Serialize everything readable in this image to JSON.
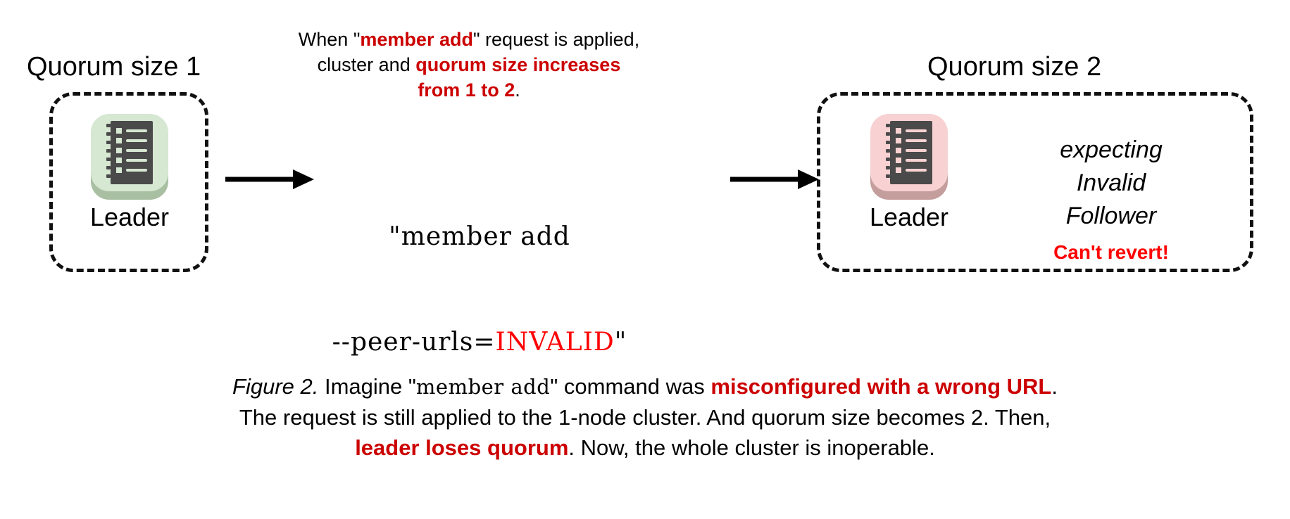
{
  "figure": {
    "left_cluster": {
      "title": "Quorum size 1",
      "node_label": "Leader",
      "node_icon": "server-list-icon",
      "node_color": "#d6e7d2"
    },
    "right_cluster": {
      "title": "Quorum size 2",
      "node_label": "Leader",
      "node_icon": "server-list-icon",
      "node_color": "#f8d2d2",
      "status_lines": [
        "expecting",
        "Invalid",
        "Follower"
      ],
      "warning": "Can't revert!"
    },
    "annotation": {
      "line1_prefix": "When \"",
      "line1_highlight": "member add",
      "line1_suffix": "\" request is applied,",
      "line2_prefix": "cluster and ",
      "line2_highlight": "quorum size increases",
      "line3_highlight": "from 1 to 2",
      "line3_suffix": "."
    },
    "command": {
      "line1": "\"member add",
      "line2_prefix": "--peer-urls=",
      "line2_invalid": "INVALID",
      "line2_suffix": "\""
    },
    "arrows": {
      "left_arrow": "right-arrow-icon",
      "right_arrow": "right-arrow-icon"
    },
    "caption": {
      "figure_label": "Figure 2.",
      "t1": " Imagine \"",
      "mono1": "member add",
      "t2": "\" command was ",
      "hl1": "misconfigured with a wrong URL",
      "t3": ".",
      "t4": "The request is still applied to the 1-node cluster. And quorum size becomes 2. Then,",
      "hl2": "leader loses quorum",
      "t5": ". Now, the whole cluster is inoperable."
    },
    "colors": {
      "red": "#cc0000",
      "bright_red": "#ff0000",
      "icon_dark": "#4a4a4a",
      "green_bg": "#d6e7d2",
      "pink_bg": "#f8d2d2"
    }
  }
}
